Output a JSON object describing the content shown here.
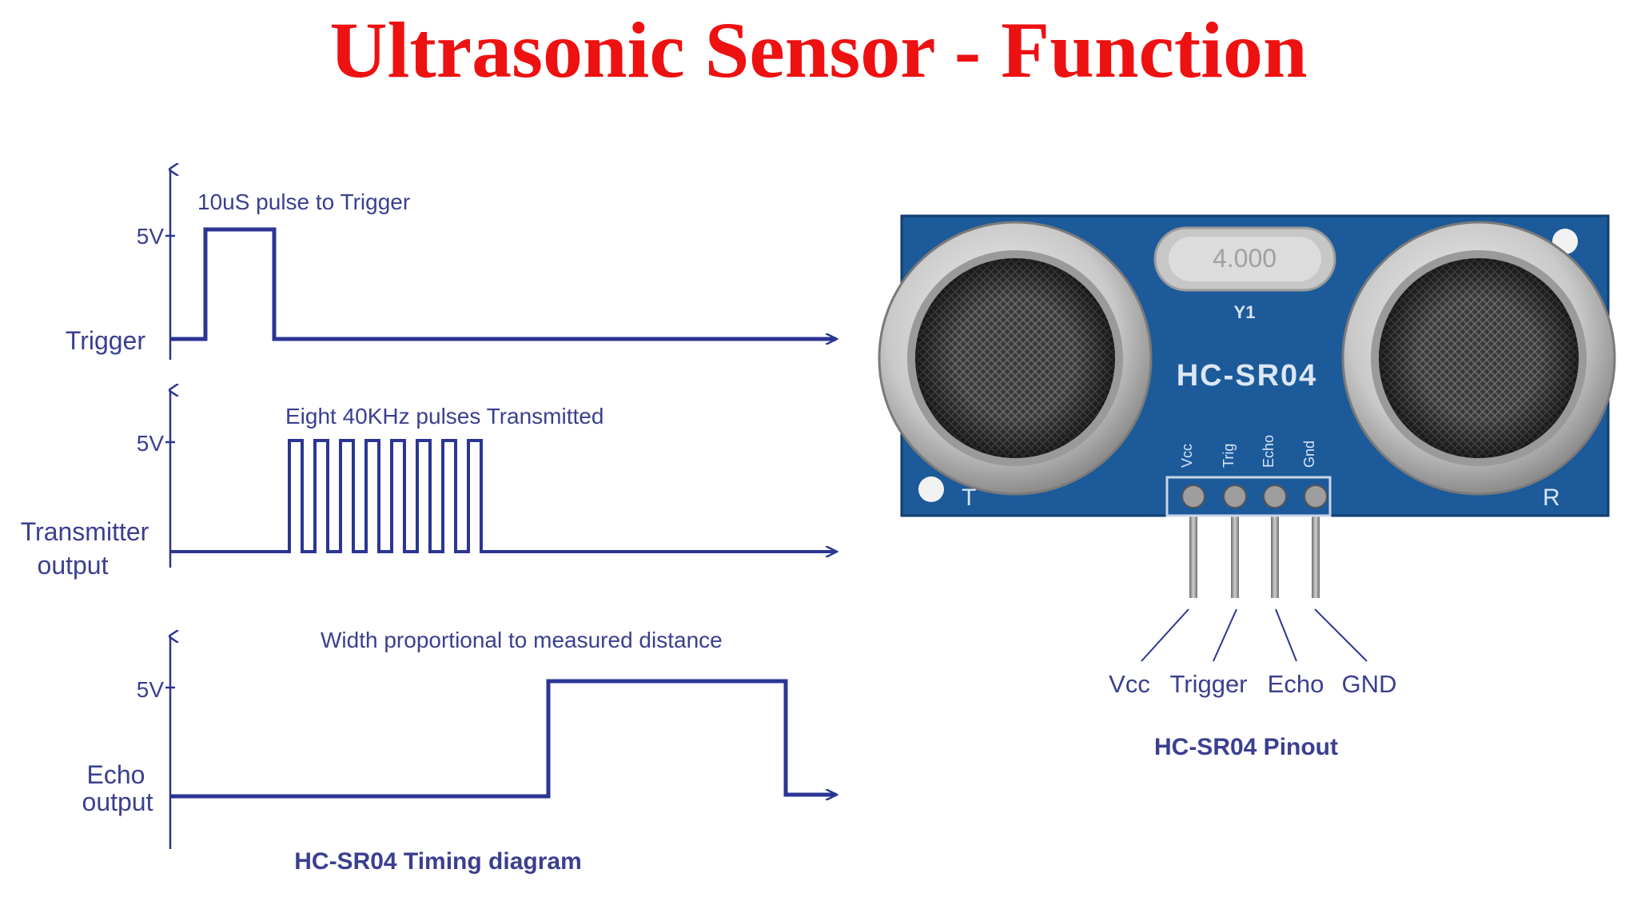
{
  "title": "Ultrasonic Sensor - Function",
  "colors": {
    "title": "#ee1111",
    "signal": "#2b3594",
    "label": "#3a3f8f",
    "pcb": "#1c5a9a"
  },
  "timing": {
    "trigger": {
      "name": "Trigger",
      "level": "5V",
      "note": "10uS pulse to Trigger"
    },
    "transmitter": {
      "name_line1": "Transmitter",
      "name_line2": "output",
      "level": "5V",
      "note": "Eight 40KHz pulses Transmitted",
      "pulse_count": 8
    },
    "echo": {
      "name_line1": "Echo",
      "name_line2": "output",
      "level": "5V",
      "note": "Width proportional to measured distance"
    },
    "caption": "HC-SR04 Timing diagram"
  },
  "module": {
    "crystal": "4.000",
    "crystal_ref": "Y1",
    "model": "HC-SR04",
    "left_mark": "T",
    "right_mark": "R",
    "pin_silk": [
      "Vcc",
      "Trig",
      "Echo",
      "Gnd"
    ],
    "pins": [
      "Vcc",
      "Trigger",
      "Echo",
      "GND"
    ],
    "caption": "HC-SR04 Pinout"
  }
}
